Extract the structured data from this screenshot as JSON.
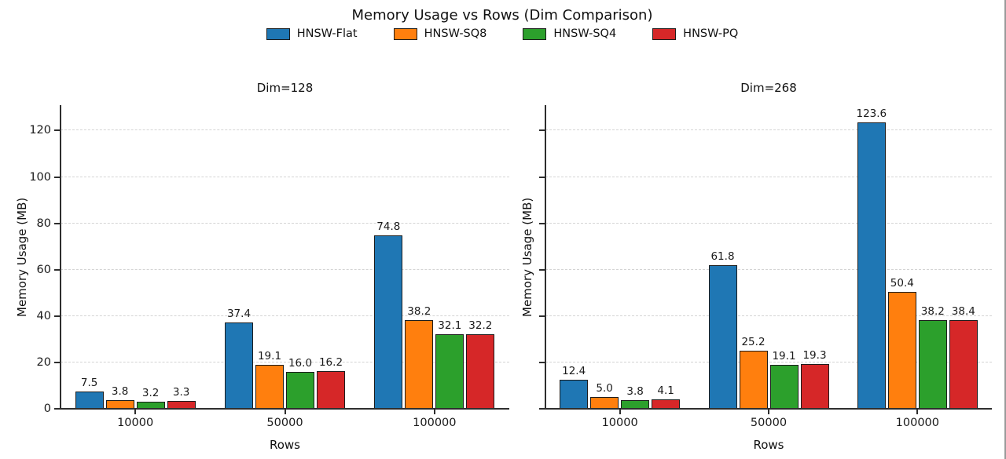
{
  "figure": {
    "title": "Memory Usage vs Rows (Dim Comparison)",
    "background_color": "#ffffff",
    "edge_border_color": "#9a9a9a"
  },
  "legend": {
    "position": "top-center",
    "entries": [
      {
        "label": "HNSW-Flat",
        "color": "#1f77b4"
      },
      {
        "label": "HNSW-SQ8",
        "color": "#ff7f0e"
      },
      {
        "label": "HNSW-SQ4",
        "color": "#2ca02c"
      },
      {
        "label": "HNSW-PQ",
        "color": "#d62728"
      }
    ]
  },
  "chart_data": [
    {
      "type": "bar",
      "title": "Dim=128",
      "xlabel": "Rows",
      "ylabel": "Memory Usage (MB)",
      "categories": [
        "10000",
        "50000",
        "100000"
      ],
      "series": [
        {
          "name": "HNSW-Flat",
          "color": "#1f77b4",
          "values": [
            7.5,
            37.4,
            74.8
          ]
        },
        {
          "name": "HNSW-SQ8",
          "color": "#ff7f0e",
          "values": [
            3.8,
            19.1,
            38.2
          ]
        },
        {
          "name": "HNSW-SQ4",
          "color": "#2ca02c",
          "values": [
            3.2,
            16.0,
            32.1
          ]
        },
        {
          "name": "HNSW-PQ",
          "color": "#d62728",
          "values": [
            3.3,
            16.2,
            32.2
          ]
        }
      ],
      "bar_value_labels_decimals": 1,
      "ylim": [
        0,
        131
      ],
      "yticks": [
        0,
        20,
        40,
        60,
        80,
        100,
        120
      ],
      "show_ytick_labels": true,
      "grid": "dashed-horizontal",
      "grid_color": "#d4d4d4"
    },
    {
      "type": "bar",
      "title": "Dim=268",
      "xlabel": "Rows",
      "ylabel": "Memory Usage (MB)",
      "categories": [
        "10000",
        "50000",
        "100000"
      ],
      "series": [
        {
          "name": "HNSW-Flat",
          "color": "#1f77b4",
          "values": [
            12.4,
            61.8,
            123.6
          ]
        },
        {
          "name": "HNSW-SQ8",
          "color": "#ff7f0e",
          "values": [
            5.0,
            25.2,
            50.4
          ]
        },
        {
          "name": "HNSW-SQ4",
          "color": "#2ca02c",
          "values": [
            3.8,
            19.1,
            38.2
          ]
        },
        {
          "name": "HNSW-PQ",
          "color": "#d62728",
          "values": [
            4.1,
            19.3,
            38.4
          ]
        }
      ],
      "bar_value_labels_decimals": 1,
      "ylim": [
        0,
        131
      ],
      "yticks": [
        0,
        20,
        40,
        60,
        80,
        100,
        120
      ],
      "show_ytick_labels": false,
      "grid": "dashed-horizontal",
      "grid_color": "#d4d4d4"
    }
  ]
}
